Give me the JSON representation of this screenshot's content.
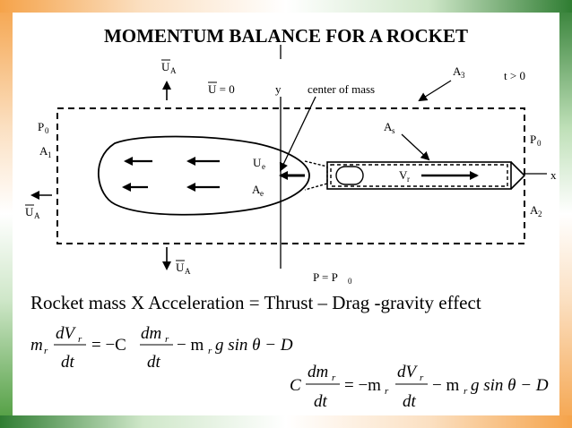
{
  "title": "MOMENTUM BALANCE FOR A ROCKET",
  "equation_text": "Rocket mass X Acceleration = Thrust – Drag -gravity effect",
  "labels": {
    "ua_top": "U",
    "ua_sub": "A",
    "u_zero": "U = 0",
    "y_axis": "y",
    "center_of_mass": "center of mass",
    "a3": "A",
    "a3_sub": "3",
    "time": "t > 0",
    "p0_left": "P",
    "p0_left_sub": "0",
    "a1": "A",
    "a1_sub": "1",
    "as": "A",
    "as_sub": "s",
    "p0_right": "P",
    "p0_right_sub": "0",
    "ue": "U",
    "ue_sub": "e",
    "ae": "A",
    "ae_sub": "e",
    "vr": "V",
    "vr_sub": "r",
    "x_axis": "x",
    "ua_left": "U",
    "ua_left_sub": "A",
    "a2": "A",
    "a2_sub": "2",
    "ua_bottom": "U",
    "ua_bottom_sub": "A",
    "p_eq": "P = P",
    "p_eq_sub": "0"
  },
  "eq1": {
    "m": "m",
    "r": "r",
    "dV": "dV",
    "dt": "dt",
    "eqC": "= −C",
    "dm": "dm",
    "rest": "− m",
    "g": "g sin θ − D"
  },
  "eq2": {
    "C": "C",
    "dm": "dm",
    "r": "r",
    "dt": "dt",
    "eqm": "= −m",
    "dV": "dV",
    "rest": "− m",
    "g": "g sin θ − D"
  },
  "colors": {
    "orange": "#f5a34a",
    "green": "#2f7d32"
  }
}
